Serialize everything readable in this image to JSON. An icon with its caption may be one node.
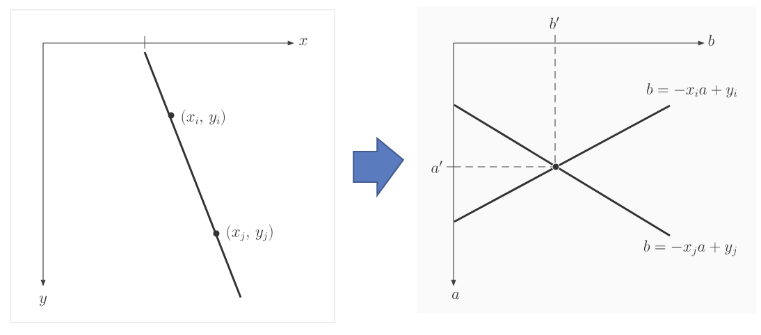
{
  "diagram": {
    "nodes": [
      {
        "text": [],
        "shape": "box"
      },
      {
        "text": [],
        "shape": "box"
      }
    ],
    "edges": [
      {
        "from": 0,
        "to": 1,
        "arrow": "to",
        "style": "thick",
        "color": "#5b7bbf"
      }
    ],
    "labels": [
      "x",
      "y",
      "(x_i,\\, y_i)",
      "(x_j,\\, y_j)",
      "b'",
      "b",
      "b = -x_i a + y_i",
      "a'",
      "b = -x_j a + y_j",
      "a"
    ]
  }
}
